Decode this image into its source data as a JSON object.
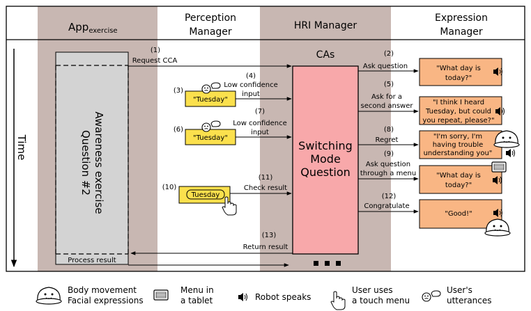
{
  "lanes": {
    "app_main": "App",
    "app_sub": "exercise",
    "perception_line1": "Perception",
    "perception_line2": "Manager",
    "hri": "HRI Manager",
    "expression_line1": "Expression",
    "expression_line2": "Manager"
  },
  "time_label": "Time",
  "app_box": {
    "line1": "Awareness exercise",
    "line2": "Question #2",
    "process_result": "Process result"
  },
  "cas_label": "CAs",
  "switching_box": {
    "line1": "Switching",
    "line2": "Mode",
    "line3": "Question"
  },
  "steps": {
    "s1": {
      "num": "(1)",
      "label": "Request CCA"
    },
    "s2": {
      "num": "(2)",
      "label": "Ask question"
    },
    "s3": {
      "num": "(3)"
    },
    "s4": {
      "num": "(4)",
      "line1": "Low confidence",
      "line2": "input"
    },
    "s5": {
      "num": "(5)",
      "line1": "Ask for a",
      "line2": "second answer"
    },
    "s6": {
      "num": "(6)"
    },
    "s7": {
      "num": "(7)",
      "line1": "Low confidence",
      "line2": "input"
    },
    "s8": {
      "num": "(8)",
      "label": "Regret"
    },
    "s9": {
      "num": "(9)",
      "line1": "Ask question",
      "line2": "through a menu"
    },
    "s10": {
      "num": "(10)"
    },
    "s11": {
      "num": "(11)",
      "label": "Check result"
    },
    "s12": {
      "num": "(12)",
      "label": "Congratulate"
    },
    "s13": {
      "num": "(13)",
      "label": "Return result"
    }
  },
  "inputs": {
    "tuesday_quoted_1": "\"Tuesday\"",
    "tuesday_quoted_2": "\"Tuesday\"",
    "tuesday_menu": "Tuesday"
  },
  "expressions": {
    "e1": {
      "line1": "\"What day is",
      "line2": "today?\""
    },
    "e2": {
      "line1": "\"I think I heard",
      "line2": "Tuesday, but could",
      "line3": "you repeat, please?\""
    },
    "e3": {
      "line1": "\"I'm sorry, I'm",
      "line2": "having trouble",
      "line3": "understanding you\""
    },
    "e4": {
      "line1": "\"What day is",
      "line2": "today?\""
    },
    "e5": {
      "line1": "\"Good!\""
    }
  },
  "legend": {
    "body_line1": "Body movement",
    "body_line2": "Facial expressions",
    "menu_line1": "Menu in",
    "menu_line2": "a tablet",
    "speaks": "Robot speaks",
    "touch_line1": "User uses",
    "touch_line2": "a touch menu",
    "utter_line1": "User's",
    "utter_line2": "utterances"
  },
  "colors": {
    "lane_shade": "#c8b7b2",
    "app_box": "#d3d3d3",
    "switching": "#f8a8aa",
    "expression_box": "#f9b684",
    "input_box": "#fbe04d"
  }
}
